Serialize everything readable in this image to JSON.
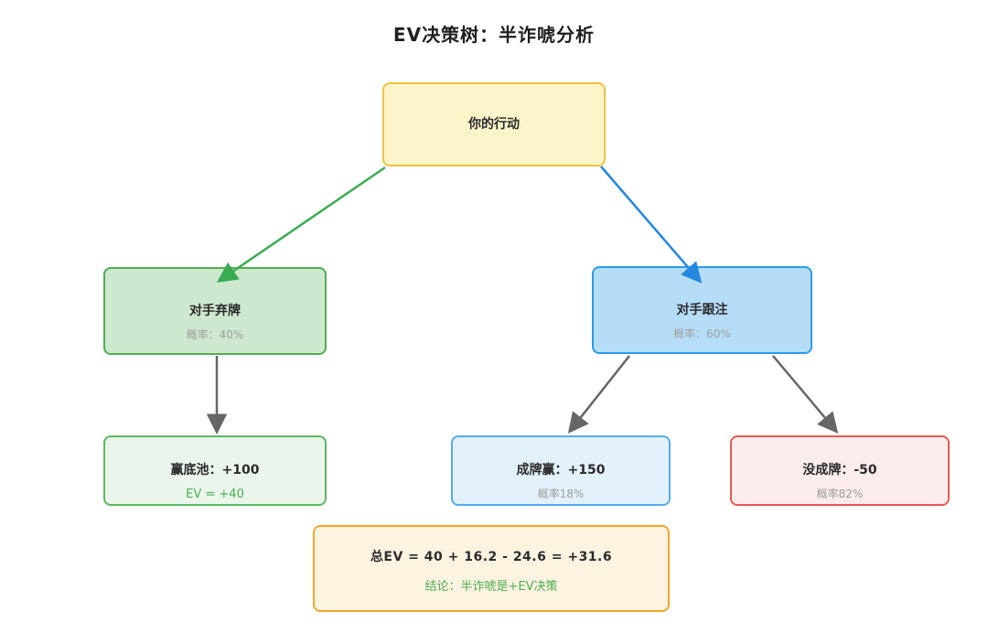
{
  "title": "EV决策树：半诈唬分析",
  "nodes": {
    "action": {
      "label": "你的行动"
    },
    "fold": {
      "label": "对手弃牌",
      "sub": "概率：40%"
    },
    "call": {
      "label": "对手跟注",
      "sub": "概率：60%"
    },
    "win_pot": {
      "label": "赢底池：+100",
      "sub": "EV = +40"
    },
    "made_hand": {
      "label": "成牌赢：+150",
      "sub": "概率18%"
    },
    "missed": {
      "label": "没成牌：-50",
      "sub": "概率82%"
    },
    "total": {
      "label": "总EV = 40 + 16.2 - 24.6 = +31.6",
      "sub": "结论：半诈唬是+EV决策"
    }
  },
  "edges": [
    {
      "from": "action",
      "to": "fold",
      "color": "#3bab51"
    },
    {
      "from": "action",
      "to": "call",
      "color": "#2488e0"
    },
    {
      "from": "fold",
      "to": "win_pot",
      "color": "#666666"
    },
    {
      "from": "call",
      "to": "made_hand",
      "color": "#666666"
    },
    {
      "from": "call",
      "to": "missed",
      "color": "#666666"
    }
  ],
  "colors": {
    "action_fill": "#fcf5ca",
    "action_border": "#efc241",
    "fold_fill": "#cee8cf",
    "fold_border": "#4caf50",
    "call_fill": "#b5ddf8",
    "call_border": "#2d9be9",
    "win_pot_fill": "#eaf6eb",
    "win_pot_border": "#5cb860",
    "made_hand_fill": "#e3f1fc",
    "made_hand_border": "#55abef",
    "missed_fill": "#fcedec",
    "missed_border": "#e65a52",
    "total_fill": "#fdf3e1",
    "total_border": "#f4a62a",
    "sub_text": "#9e9e9e",
    "green_text": "#4caf50",
    "title_text": "#1f1f1f"
  }
}
